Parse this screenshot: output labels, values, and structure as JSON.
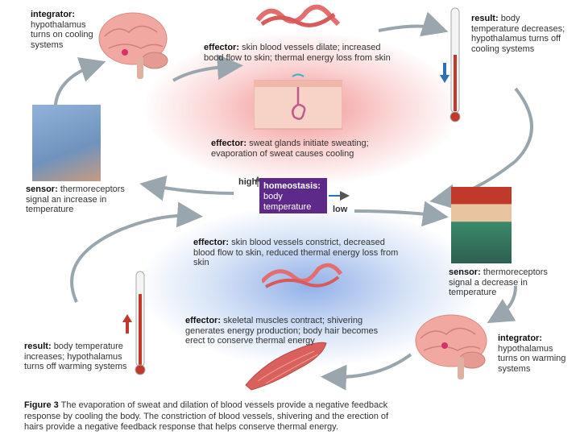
{
  "labels": {
    "integrator_top": {
      "term": "integrator:",
      "text": "hypothalamus turns on cooling systems"
    },
    "effector_top1": {
      "term": "effector:",
      "text": "skin blood vessels dilate; increased bood flow to skin; thermal energy loss from skin"
    },
    "result_top": {
      "term": "result:",
      "text": "body temperature decreases; hypothalamus turns off cooling systems"
    },
    "effector_top2": {
      "term": "effector:",
      "text": "sweat glands initiate sweating; evaporation of sweat causes cooling"
    },
    "sensor_left": {
      "term": "sensor:",
      "text": "thermoreceptors signal an increase in temperature"
    },
    "high": "high",
    "low": "low",
    "homeostasis": {
      "term": "homeostasis:",
      "text": "body temperature"
    },
    "effector_mid": {
      "term": "effector:",
      "text": "skin blood vessels constrict, decreased blood flow to skin, reduced thermal energy loss from skin"
    },
    "sensor_right": {
      "term": "sensor:",
      "text": "thermoreceptors signal a decrease in temperature"
    },
    "effector_bottom": {
      "term": "effector:",
      "text": "skeletal muscles contract; shivering generates energy production; body hair becomes erect to conserve thermal energy"
    },
    "result_bottom": {
      "term": "result:",
      "text": "body temperature increases; hypothalamus turns off warming systems"
    },
    "integrator_bottom": {
      "term": "integrator:",
      "text": "hypothalamus turns on warming systems"
    }
  },
  "caption": {
    "term": "Figure 3",
    "text": "The evaporation of sweat and dilation of blood vessels provide a negative feedback response by cooling the body. The constriction of blood vessels, shivering and the erection of hairs provide a negative feedback response that helps conserve thermal energy."
  },
  "colors": {
    "cycle_arrow": "#9aa6ad",
    "homeostasis_box": "#5e2a8a",
    "up_arrow": "#c0392b",
    "down_arrow": "#2f6fb5",
    "tissue": "#e8797d"
  }
}
